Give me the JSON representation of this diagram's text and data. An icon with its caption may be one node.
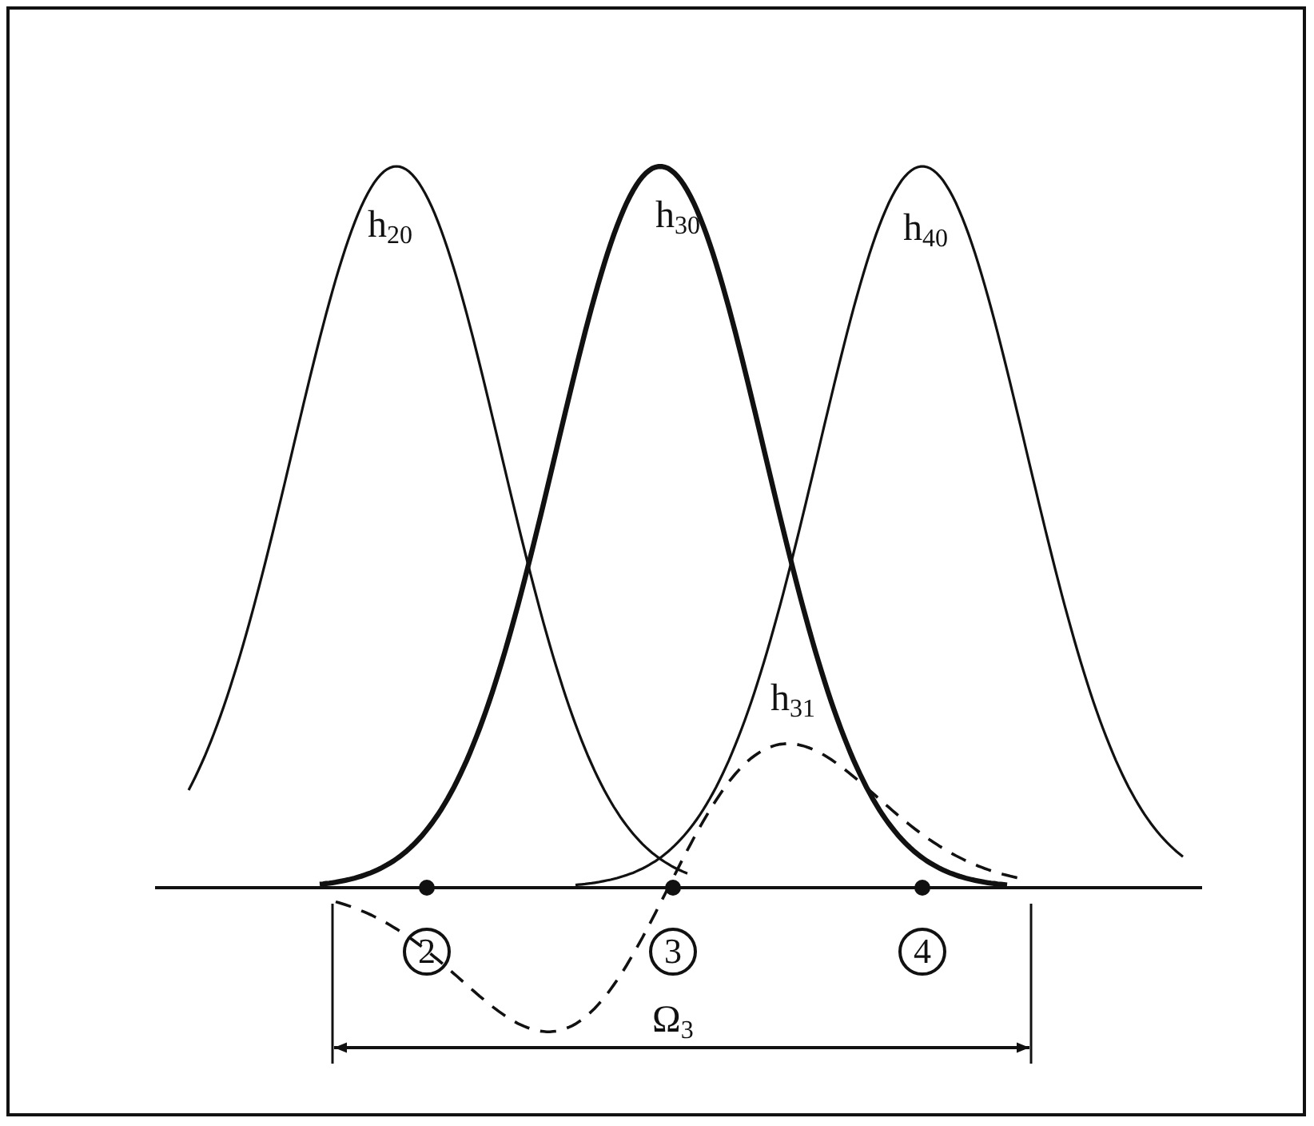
{
  "diagram": {
    "nodes": [
      {
        "text": [
          "2"
        ]
      },
      {
        "text": [
          "3"
        ]
      },
      {
        "text": [
          "4"
        ]
      }
    ],
    "edges": [],
    "labels": [
      "h$_{20}$",
      "h$_{30}$",
      "h$_{40}$",
      "h$_{31}$",
      "Ω$_{3}$"
    ]
  }
}
